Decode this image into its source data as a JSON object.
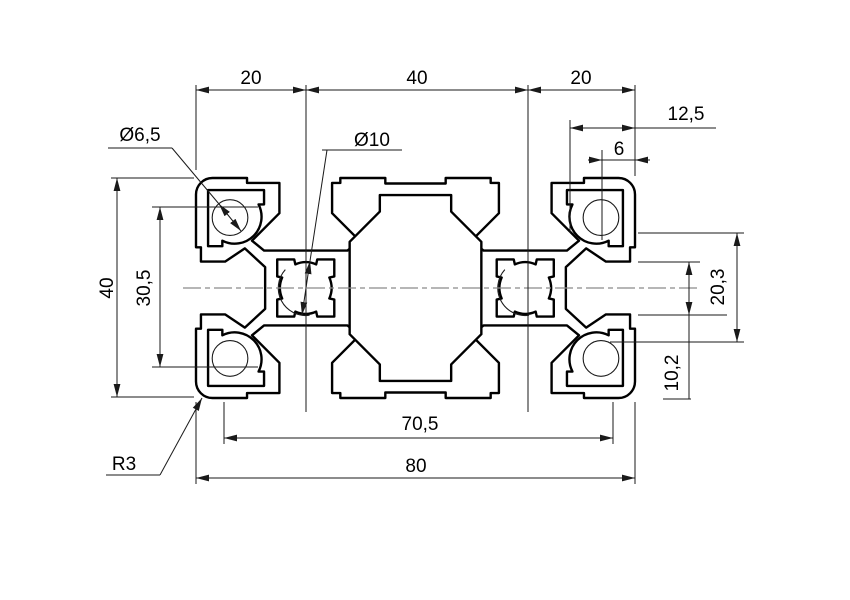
{
  "drawing": {
    "type": "technical-cross-section",
    "subject": "aluminium extrusion profile 80x40 with T-slots",
    "dims": {
      "top_seg1": "20",
      "top_seg2": "40",
      "top_seg3": "20",
      "corner_offset": "12,5",
      "hole_center_offset": "6",
      "overall_height": "40",
      "inner_height": "30,5",
      "side_slot_span": "20,3",
      "side_slot_opening": "10,2",
      "inner_width": "70,5",
      "overall_width": "80"
    },
    "labels": {
      "corner_hole_dia": "Ø6,5",
      "core_hole_dia": "Ø10",
      "corner_radius": "R3"
    },
    "colors": {
      "outline": "#000000",
      "dimension": "#1a1a1a",
      "centerline": "#8a8a8a",
      "background": "#ffffff"
    }
  }
}
